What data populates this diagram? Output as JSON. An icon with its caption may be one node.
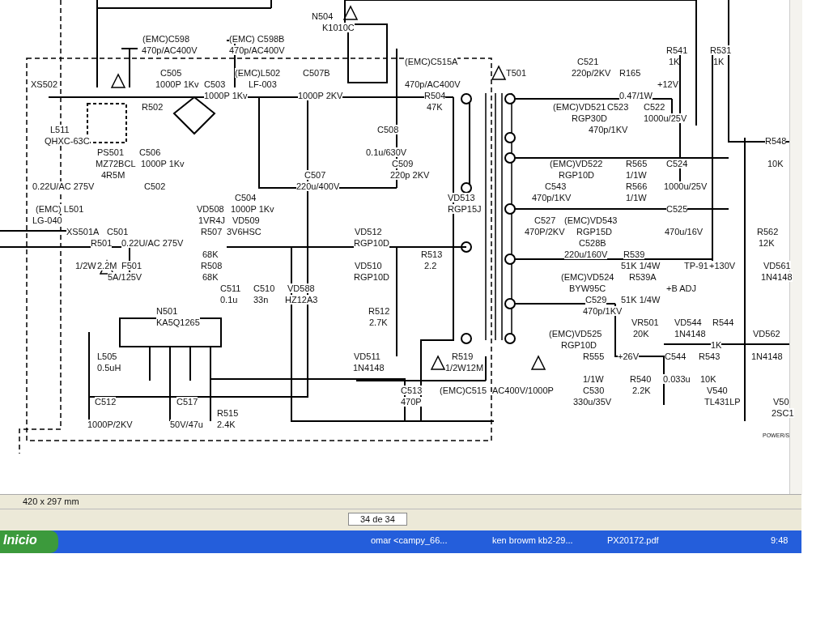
{
  "diagram": {
    "labels": [
      "N504",
      "K1010C",
      "(EMC)C598",
      "(EMC) C598B",
      "470p/AC400V",
      "470p/AC400V",
      "R541",
      "R531",
      "(EMC)C515A",
      "C521",
      "1K",
      "1K",
      "C505",
      "(EMC)L502",
      "C507B",
      "T501",
      "220p/2KV",
      "R165",
      "XS502",
      "1000P 1Kv",
      "C503",
      "LF-003",
      "470p/AC400V",
      "+12V",
      "1000P 1Kv",
      "1000P 2KV",
      "R504",
      "0.47/1W",
      "R502",
      "47K",
      "(EMC)VD521",
      "C523",
      "C522",
      "RGP30D",
      "1000u/25V",
      "L511",
      "C508",
      "470p/1KV",
      "QHXC-63C",
      "R548",
      "PS501",
      "C506",
      "0.1u/630V",
      "MZ72BCL",
      "1000P 1Kv",
      "C509",
      "(EMC)VD522",
      "R565",
      "C524",
      "10K",
      "4R5M",
      "C507",
      "220p 2KV",
      "RGP10D",
      "1/1W",
      "0.22U/AC 275V",
      "C502",
      "220u/400V",
      "C543",
      "R566",
      "1000u/25V",
      "C504",
      "VD513",
      "470p/1KV",
      "1/1W",
      "(EMC) L501",
      "VD508",
      "1000P 1Kv",
      "RGP15J",
      "C525",
      "LG-040",
      "1VR4J",
      "VD509",
      "C527",
      "(EMC)VD543",
      "XS501A",
      "C501",
      "R507",
      "3V6HSC",
      "VD512",
      "470P/2KV",
      "RGP15D",
      "470u/16V",
      "R562",
      "R501",
      "0.22U/AC 275V",
      "RGP10D",
      "C528B",
      "12K",
      "68K",
      "R513",
      "220u/160V",
      "R539",
      "1/2W",
      "2.2M",
      "F501",
      "R508",
      "VD510",
      "2.2",
      "51K 1/4W",
      "TP-91",
      "+130V",
      "VD561",
      "5A/125V",
      "68K",
      "RGP10D",
      "(EMC)VD524",
      "R539A",
      "1N4148",
      "C511",
      "C510",
      "VD588",
      "BYW95C",
      "+B ADJ",
      "0.1u",
      "33n",
      "HZ12A3",
      "C529",
      "51K 1/4W",
      "N501",
      "R512",
      "470p/1KV",
      "KA5Q1265",
      "2.7K",
      "VR501",
      "VD544",
      "R544",
      "(EMC)VD525",
      "20K",
      "1N4148",
      "VD562",
      "RGP10D",
      "1K",
      "L505",
      "VD511",
      "R519",
      "R555",
      "+26V",
      "C544",
      "R543",
      "1N4148",
      "0.5uH",
      "1N4148",
      "1/2W12M",
      "1/1W",
      "R540",
      "0.033u",
      "10K",
      "C513",
      "(EMC)C515",
      "AC400V/1000P",
      "C530",
      "2.2K",
      "V540",
      "C512",
      "C517",
      "470P",
      "330u/35V",
      "TL431LP",
      "V50",
      "R515",
      "2SC1",
      "1000P/2KV",
      "50V/47u",
      "2.4K",
      "POWER/S",
      "420 x 297 mm",
      "34 de 34",
      "Inicio",
      "omar <campy_66...",
      "ken browm kb2-29...",
      "PX20172.pdf",
      "9:48"
    ]
  }
}
